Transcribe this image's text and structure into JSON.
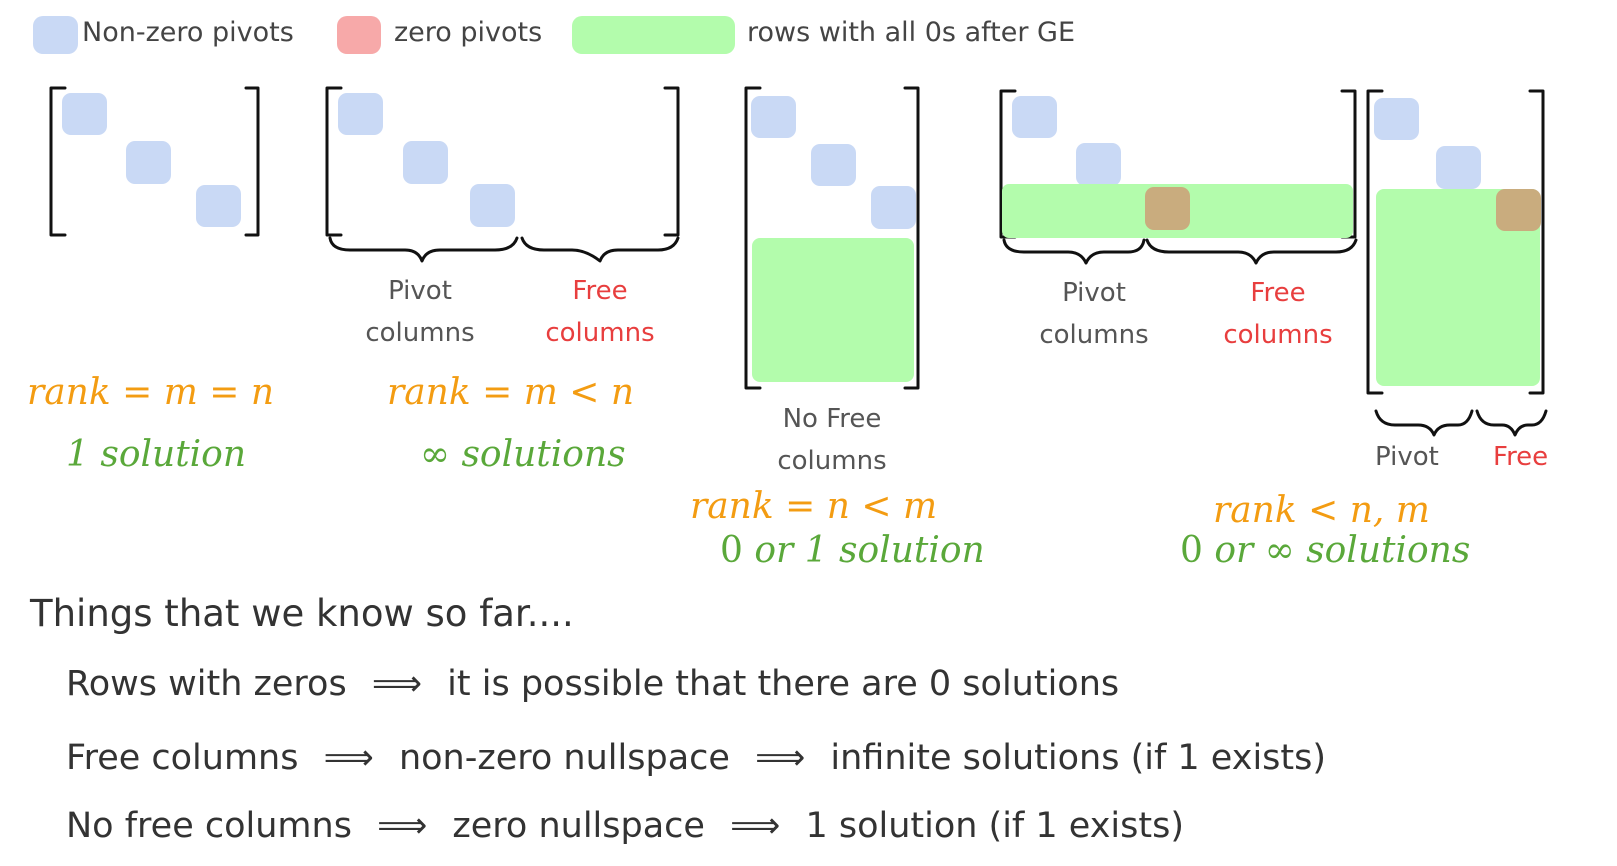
{
  "legend": {
    "nonzero": {
      "label": "Non-zero pivots",
      "color": "#c9d9f5"
    },
    "zero": {
      "label": "zero pivots",
      "color": "#f7a9a9"
    },
    "zero_rows": {
      "label": "rows with all 0s after GE",
      "color": "#b3fcac"
    }
  },
  "colors": {
    "bracket": "#111111",
    "zero_on_zero_row": "#c9ac7e",
    "rank": "#f39c12",
    "solution": "#5aa83a",
    "free": "#e83e3e"
  },
  "cases": [
    {
      "rank": "rank = m = n",
      "solution": "1 solution"
    },
    {
      "pivot_label": [
        "Pivot",
        "columns"
      ],
      "free_label": [
        "Free",
        "columns"
      ],
      "rank": "rank = m < n",
      "solution_symbol": "∞",
      "solution_text": "solutions"
    },
    {
      "nofree_label": [
        "No Free",
        "columns"
      ],
      "rank": "rank = n < m",
      "solution_pre": "0",
      "solution_or": "or",
      "solution_text": "1 solution"
    },
    {
      "pivot_label": [
        "Pivot",
        "columns"
      ],
      "free_label": [
        "Free",
        "columns"
      ],
      "rank": "rank < n, m",
      "solution_pre": "0",
      "solution_or": "or",
      "solution_symbol": "∞",
      "solution_text": "solutions"
    },
    {
      "pivot_label": "Pivot",
      "free_label": "Free"
    }
  ],
  "heading": "Things that we know so far....",
  "facts": [
    {
      "parts": [
        "Rows with zeros",
        "⟹",
        "it is possible that there are 0 solutions"
      ]
    },
    {
      "parts": [
        "Free columns",
        "⟹",
        "non-zero nullspace",
        "⟹",
        "infinite solutions (if 1 exists)"
      ]
    },
    {
      "parts": [
        "No free columns",
        "⟹",
        "zero nullspace",
        "⟹",
        "1 solution (if 1 exists)"
      ]
    }
  ]
}
